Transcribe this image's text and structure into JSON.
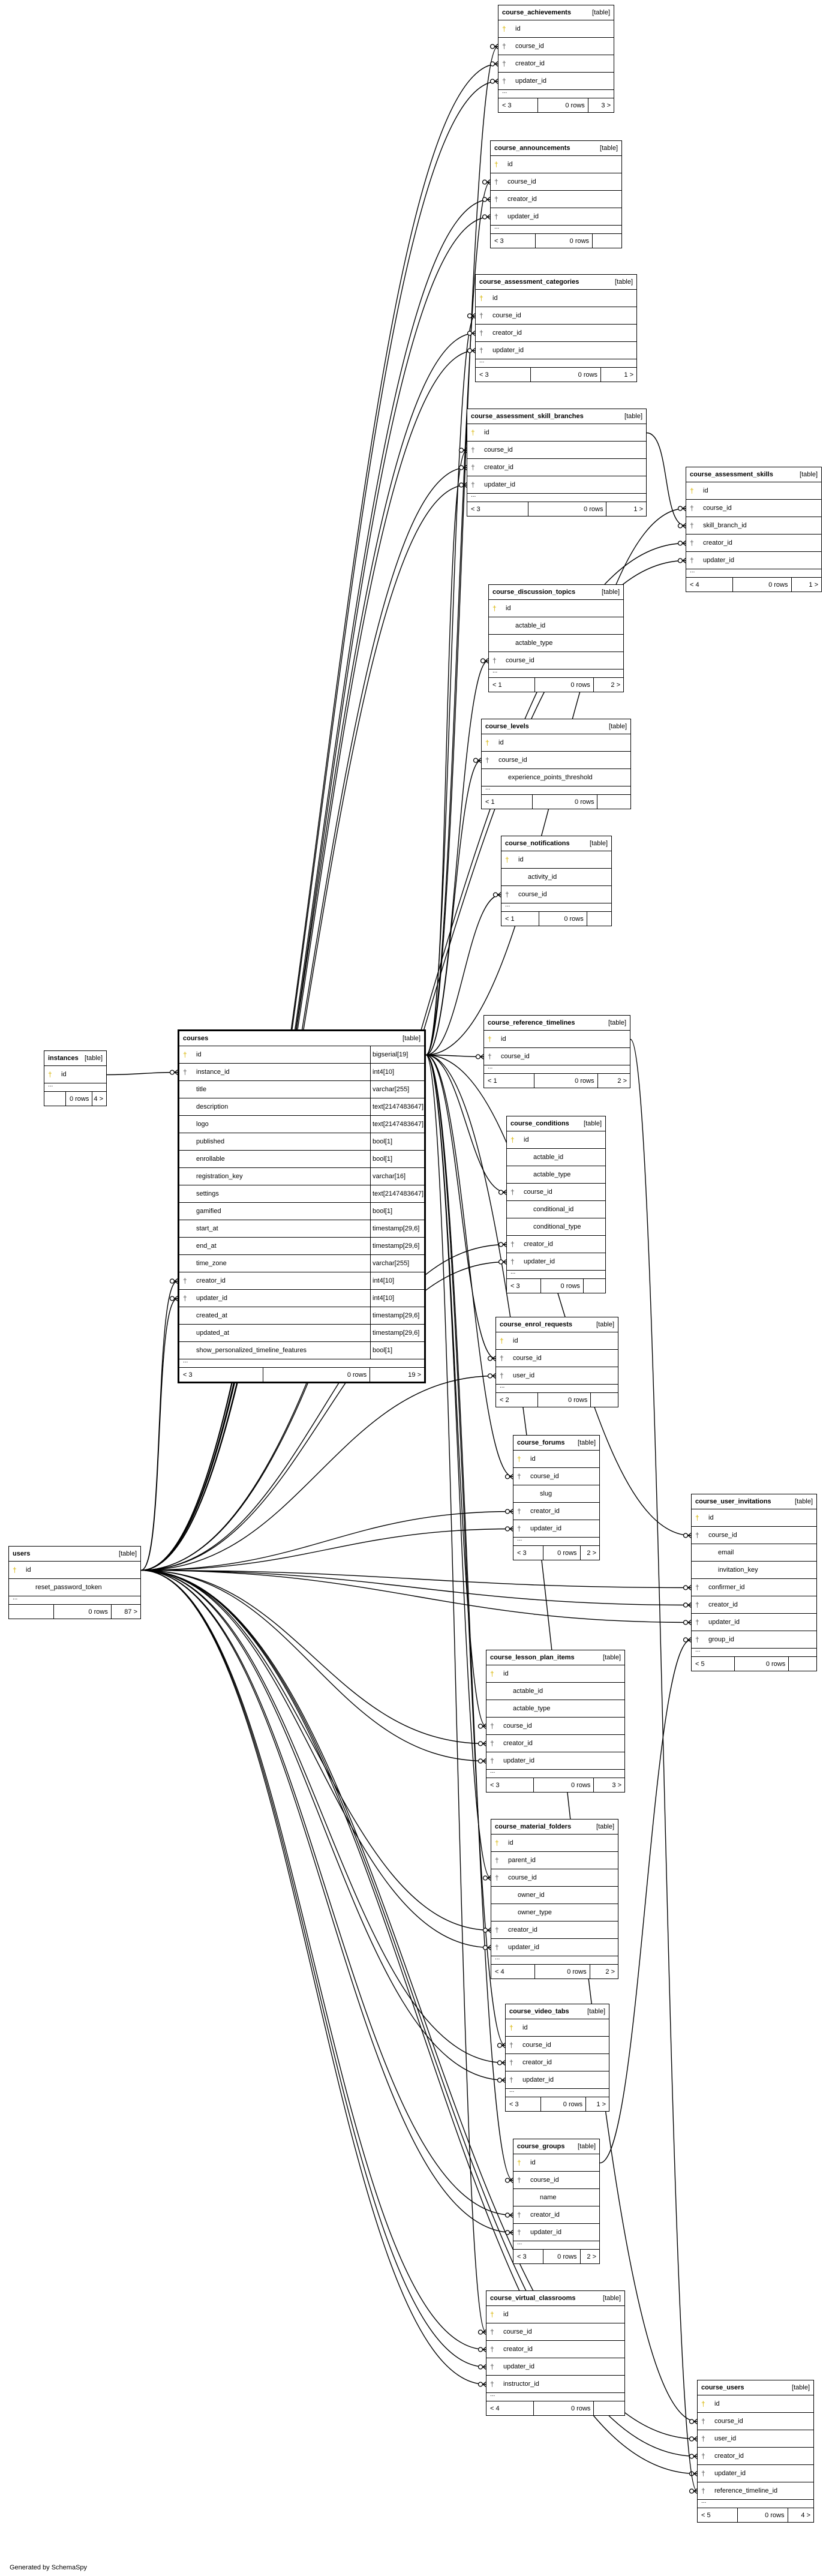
{
  "footer": "Generated by SchemaSpy",
  "tables": [
    {
      "key": "course_achievements",
      "name": "course_achievements",
      "type": "[table]",
      "columns": [
        {
          "name": "id",
          "icon": "pk"
        },
        {
          "name": "course_id",
          "icon": "fk"
        },
        {
          "name": "creator_id",
          "icon": "fk"
        },
        {
          "name": "updater_id",
          "icon": "fk"
        }
      ],
      "footer": {
        "left": "< 3",
        "mid": "0 rows",
        "right": "3 >"
      }
    },
    {
      "key": "course_announcements",
      "name": "course_announcements",
      "type": "[table]",
      "columns": [
        {
          "name": "id",
          "icon": "pk"
        },
        {
          "name": "course_id",
          "icon": "fk"
        },
        {
          "name": "creator_id",
          "icon": "fk"
        },
        {
          "name": "updater_id",
          "icon": "fk"
        }
      ],
      "footer": {
        "left": "< 3",
        "mid": "0 rows",
        "right": ""
      }
    },
    {
      "key": "course_assessment_categories",
      "name": "course_assessment_categories",
      "type": "[table]",
      "columns": [
        {
          "name": "id",
          "icon": "pk"
        },
        {
          "name": "course_id",
          "icon": "fk"
        },
        {
          "name": "creator_id",
          "icon": "fk"
        },
        {
          "name": "updater_id",
          "icon": "fk"
        }
      ],
      "footer": {
        "left": "< 3",
        "mid": "0 rows",
        "right": "1 >"
      }
    },
    {
      "key": "course_assessment_skill_branches",
      "name": "course_assessment_skill_branches",
      "type": "[table]",
      "columns": [
        {
          "name": "id",
          "icon": "pk"
        },
        {
          "name": "course_id",
          "icon": "fk"
        },
        {
          "name": "creator_id",
          "icon": "fk"
        },
        {
          "name": "updater_id",
          "icon": "fk"
        }
      ],
      "footer": {
        "left": "< 3",
        "mid": "0 rows",
        "right": "1 >"
      }
    },
    {
      "key": "course_assessment_skills",
      "name": "course_assessment_skills",
      "type": "[table]",
      "columns": [
        {
          "name": "id",
          "icon": "pk"
        },
        {
          "name": "course_id",
          "icon": "fk"
        },
        {
          "name": "skill_branch_id",
          "icon": "fk"
        },
        {
          "name": "creator_id",
          "icon": "fk"
        },
        {
          "name": "updater_id",
          "icon": "fk"
        }
      ],
      "footer": {
        "left": "< 4",
        "mid": "0 rows",
        "right": "1 >"
      }
    },
    {
      "key": "course_discussion_topics",
      "name": "course_discussion_topics",
      "type": "[table]",
      "columns": [
        {
          "name": "id",
          "icon": "pk"
        },
        {
          "name": "actable_id",
          "icon": ""
        },
        {
          "name": "actable_type",
          "icon": ""
        },
        {
          "name": "course_id",
          "icon": "fk"
        }
      ],
      "footer": {
        "left": "< 1",
        "mid": "0 rows",
        "right": "2 >"
      }
    },
    {
      "key": "course_levels",
      "name": "course_levels",
      "type": "[table]",
      "columns": [
        {
          "name": "id",
          "icon": "pk"
        },
        {
          "name": "course_id",
          "icon": "fk"
        },
        {
          "name": "experience_points_threshold",
          "icon": ""
        }
      ],
      "footer": {
        "left": "< 1",
        "mid": "0 rows",
        "right": ""
      }
    },
    {
      "key": "course_notifications",
      "name": "course_notifications",
      "type": "[table]",
      "columns": [
        {
          "name": "id",
          "icon": "pk"
        },
        {
          "name": "activity_id",
          "icon": ""
        },
        {
          "name": "course_id",
          "icon": "fk"
        }
      ],
      "footer": {
        "left": "< 1",
        "mid": "0 rows",
        "right": ""
      }
    },
    {
      "key": "course_reference_timelines",
      "name": "course_reference_timelines",
      "type": "[table]",
      "columns": [
        {
          "name": "id",
          "icon": "pk"
        },
        {
          "name": "course_id",
          "icon": "fk"
        }
      ],
      "footer": {
        "left": "< 1",
        "mid": "0 rows",
        "right": "2 >"
      }
    },
    {
      "key": "course_conditions",
      "name": "course_conditions",
      "type": "[table]",
      "columns": [
        {
          "name": "id",
          "icon": "pk"
        },
        {
          "name": "actable_id",
          "icon": ""
        },
        {
          "name": "actable_type",
          "icon": ""
        },
        {
          "name": "course_id",
          "icon": "fk"
        },
        {
          "name": "conditional_id",
          "icon": ""
        },
        {
          "name": "conditional_type",
          "icon": ""
        },
        {
          "name": "creator_id",
          "icon": "fk"
        },
        {
          "name": "updater_id",
          "icon": "fk"
        }
      ],
      "footer": {
        "left": "< 3",
        "mid": "0 rows",
        "right": ""
      }
    },
    {
      "key": "course_enrol_requests",
      "name": "course_enrol_requests",
      "type": "[table]",
      "columns": [
        {
          "name": "id",
          "icon": "pk"
        },
        {
          "name": "course_id",
          "icon": "fk"
        },
        {
          "name": "user_id",
          "icon": "fk"
        }
      ],
      "footer": {
        "left": "< 2",
        "mid": "0 rows",
        "right": ""
      }
    },
    {
      "key": "course_forums",
      "name": "course_forums",
      "type": "[table]",
      "columns": [
        {
          "name": "id",
          "icon": "pk"
        },
        {
          "name": "course_id",
          "icon": "fk"
        },
        {
          "name": "slug",
          "icon": ""
        },
        {
          "name": "creator_id",
          "icon": "fk"
        },
        {
          "name": "updater_id",
          "icon": "fk"
        }
      ],
      "footer": {
        "left": "< 3",
        "mid": "0 rows",
        "right": "2 >"
      }
    },
    {
      "key": "course_user_invitations",
      "name": "course_user_invitations",
      "type": "[table]",
      "columns": [
        {
          "name": "id",
          "icon": "pk"
        },
        {
          "name": "course_id",
          "icon": "fk"
        },
        {
          "name": "email",
          "icon": ""
        },
        {
          "name": "invitation_key",
          "icon": ""
        },
        {
          "name": "confirmer_id",
          "icon": "fk"
        },
        {
          "name": "creator_id",
          "icon": "fk"
        },
        {
          "name": "updater_id",
          "icon": "fk"
        },
        {
          "name": "group_id",
          "icon": "fk"
        }
      ],
      "footer": {
        "left": "< 5",
        "mid": "0 rows",
        "right": ""
      }
    },
    {
      "key": "course_lesson_plan_items",
      "name": "course_lesson_plan_items",
      "type": "[table]",
      "columns": [
        {
          "name": "id",
          "icon": "pk"
        },
        {
          "name": "actable_id",
          "icon": ""
        },
        {
          "name": "actable_type",
          "icon": ""
        },
        {
          "name": "course_id",
          "icon": "fk"
        },
        {
          "name": "creator_id",
          "icon": "fk"
        },
        {
          "name": "updater_id",
          "icon": "fk"
        }
      ],
      "footer": {
        "left": "< 3",
        "mid": "0 rows",
        "right": "3 >"
      }
    },
    {
      "key": "course_material_folders",
      "name": "course_material_folders",
      "type": "[table]",
      "columns": [
        {
          "name": "id",
          "icon": "pk"
        },
        {
          "name": "parent_id",
          "icon": "fk"
        },
        {
          "name": "course_id",
          "icon": "fk"
        },
        {
          "name": "owner_id",
          "icon": ""
        },
        {
          "name": "owner_type",
          "icon": ""
        },
        {
          "name": "creator_id",
          "icon": "fk"
        },
        {
          "name": "updater_id",
          "icon": "fk"
        }
      ],
      "footer": {
        "left": "< 4",
        "mid": "0 rows",
        "right": "2 >"
      }
    },
    {
      "key": "course_video_tabs",
      "name": "course_video_tabs",
      "type": "[table]",
      "columns": [
        {
          "name": "id",
          "icon": "pk"
        },
        {
          "name": "course_id",
          "icon": "fk"
        },
        {
          "name": "creator_id",
          "icon": "fk"
        },
        {
          "name": "updater_id",
          "icon": "fk"
        }
      ],
      "footer": {
        "left": "< 3",
        "mid": "0 rows",
        "right": "1 >"
      }
    },
    {
      "key": "course_groups",
      "name": "course_groups",
      "type": "[table]",
      "columns": [
        {
          "name": "id",
          "icon": "pk"
        },
        {
          "name": "course_id",
          "icon": "fk"
        },
        {
          "name": "name",
          "icon": ""
        },
        {
          "name": "creator_id",
          "icon": "fk"
        },
        {
          "name": "updater_id",
          "icon": "fk"
        }
      ],
      "footer": {
        "left": "< 3",
        "mid": "0 rows",
        "right": "2 >"
      }
    },
    {
      "key": "course_virtual_classrooms",
      "name": "course_virtual_classrooms",
      "type": "[table]",
      "columns": [
        {
          "name": "id",
          "icon": "pk"
        },
        {
          "name": "course_id",
          "icon": "fk"
        },
        {
          "name": "creator_id",
          "icon": "fk"
        },
        {
          "name": "updater_id",
          "icon": "fk"
        },
        {
          "name": "instructor_id",
          "icon": "fk"
        }
      ],
      "footer": {
        "left": "< 4",
        "mid": "0 rows",
        "right": ""
      }
    },
    {
      "key": "course_users",
      "name": "course_users",
      "type": "[table]",
      "columns": [
        {
          "name": "id",
          "icon": "pk"
        },
        {
          "name": "course_id",
          "icon": "fk"
        },
        {
          "name": "user_id",
          "icon": "fk"
        },
        {
          "name": "creator_id",
          "icon": "fk"
        },
        {
          "name": "updater_id",
          "icon": "fk"
        },
        {
          "name": "reference_timeline_id",
          "icon": "fk"
        }
      ],
      "footer": {
        "left": "< 5",
        "mid": "0 rows",
        "right": "4 >"
      }
    },
    {
      "key": "instances",
      "name": "instances",
      "type": "[table]",
      "columns": [
        {
          "name": "id",
          "icon": "pk"
        }
      ],
      "footer": {
        "left": "",
        "mid": "0 rows",
        "right": "4 >"
      }
    },
    {
      "key": "users",
      "name": "users",
      "type": "[table]",
      "columns": [
        {
          "name": "id",
          "icon": "pk"
        },
        {
          "name": "reset_password_token",
          "icon": ""
        }
      ],
      "footer": {
        "left": "",
        "mid": "0 rows",
        "right": "87 >"
      }
    },
    {
      "key": "courses",
      "name": "courses",
      "type": "[table]",
      "main": true,
      "columns": [
        {
          "name": "id",
          "icon": "pk",
          "type": "bigserial[19]"
        },
        {
          "name": "instance_id",
          "icon": "fk",
          "type": "int4[10]"
        },
        {
          "name": "title",
          "icon": "",
          "type": "varchar[255]"
        },
        {
          "name": "description",
          "icon": "",
          "type": "text[2147483647]"
        },
        {
          "name": "logo",
          "icon": "",
          "type": "text[2147483647]"
        },
        {
          "name": "published",
          "icon": "",
          "type": "bool[1]"
        },
        {
          "name": "enrollable",
          "icon": "",
          "type": "bool[1]"
        },
        {
          "name": "registration_key",
          "icon": "",
          "type": "varchar[16]"
        },
        {
          "name": "settings",
          "icon": "",
          "type": "text[2147483647]"
        },
        {
          "name": "gamified",
          "icon": "",
          "type": "bool[1]"
        },
        {
          "name": "start_at",
          "icon": "",
          "type": "timestamp[29,6]"
        },
        {
          "name": "end_at",
          "icon": "",
          "type": "timestamp[29,6]"
        },
        {
          "name": "time_zone",
          "icon": "",
          "type": "varchar[255]"
        },
        {
          "name": "creator_id",
          "icon": "fk",
          "type": "int4[10]"
        },
        {
          "name": "updater_id",
          "icon": "fk",
          "type": "int4[10]"
        },
        {
          "name": "created_at",
          "icon": "",
          "type": "timestamp[29,6]"
        },
        {
          "name": "updated_at",
          "icon": "",
          "type": "timestamp[29,6]"
        },
        {
          "name": "show_personalized_timeline_features",
          "icon": "",
          "type": "bool[1]"
        }
      ],
      "footer": {
        "left": "< 3",
        "mid": "0 rows",
        "right": "19 >"
      }
    }
  ]
}
